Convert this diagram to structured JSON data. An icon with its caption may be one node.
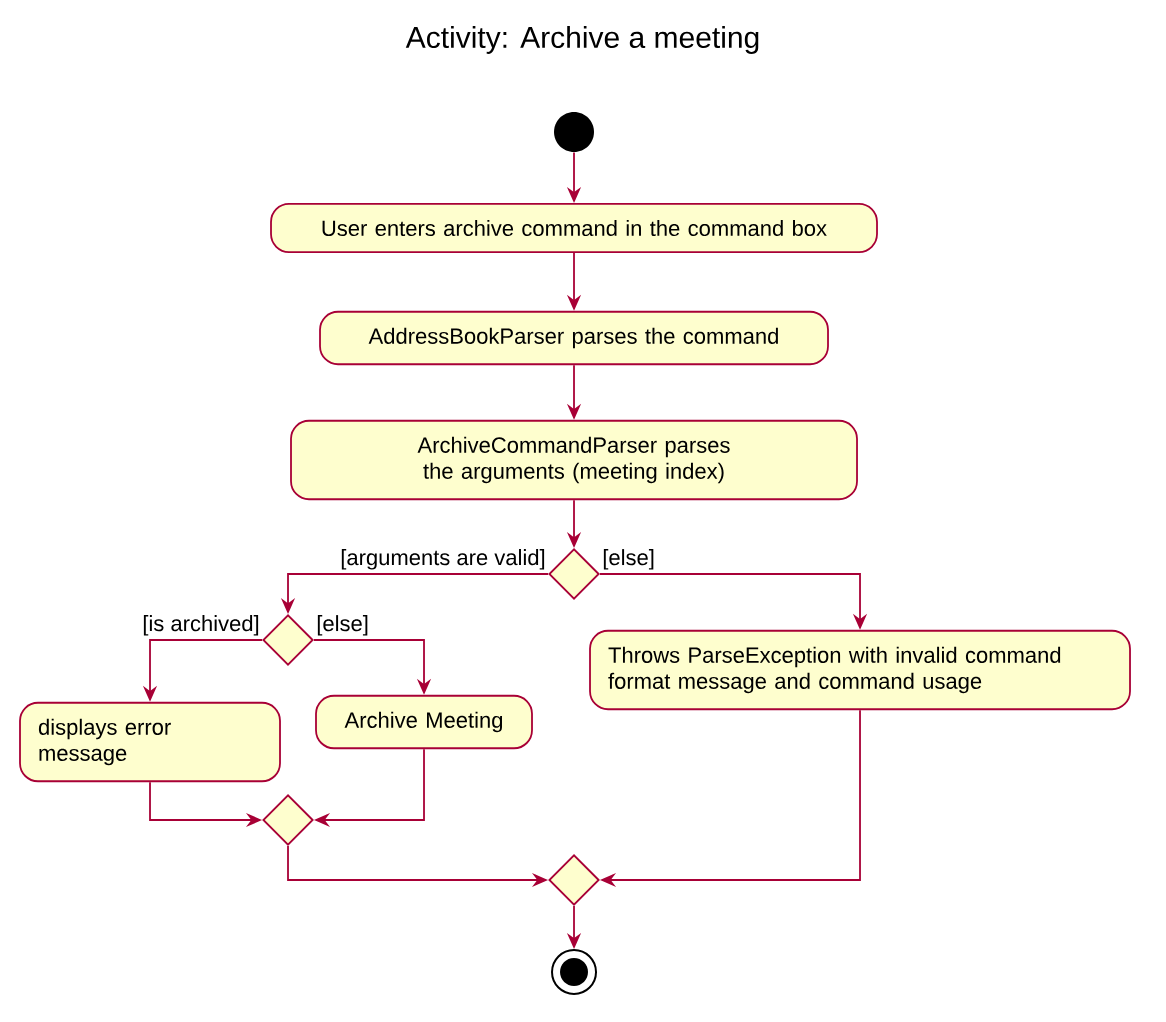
{
  "diagram": {
    "title": "Activity: Archive a meeting",
    "nodes": [
      {
        "text": [],
        "shape": "circle"
      },
      {
        "text": [
          "User enters archive command in the command box"
        ]
      },
      {
        "text": [
          "AddressBookParser parses the command"
        ]
      },
      {
        "text": [
          "ArchiveCommandParser parses the arguments (meeting index)"
        ]
      },
      {
        "text": [],
        "shape": "diamond"
      },
      {
        "text": [],
        "shape": "diamond"
      },
      {
        "text": [
          "displays error message"
        ]
      },
      {
        "text": [
          "Archive Meeting"
        ]
      },
      {
        "text": [],
        "shape": "diamond"
      },
      {
        "text": [
          "Throws ParseException with invalid command format message and command usage"
        ]
      },
      {
        "text": [],
        "shape": "diamond"
      },
      {
        "text": [],
        "shape": "circle"
      }
    ],
    "edges": [
      {
        "from": 0,
        "to": 1,
        "arrow": "to"
      },
      {
        "from": 1,
        "to": 2,
        "arrow": "to"
      },
      {
        "from": 2,
        "to": 3,
        "arrow": "to"
      },
      {
        "from": 3,
        "to": 4,
        "arrow": "to"
      },
      {
        "from": 4,
        "to": 5,
        "arrow": "to",
        "label": "[arguments are valid]"
      },
      {
        "from": 4,
        "to": 9,
        "arrow": "to",
        "label": "[else]"
      },
      {
        "from": 5,
        "to": 6,
        "arrow": "to",
        "label": "[is archived]"
      },
      {
        "from": 5,
        "to": 7,
        "arrow": "to",
        "label": "[else]"
      },
      {
        "from": 6,
        "to": 8,
        "arrow": "to"
      },
      {
        "from": 7,
        "to": 8,
        "arrow": "to"
      },
      {
        "from": 8,
        "to": 10,
        "arrow": "to"
      },
      {
        "from": 9,
        "to": 10,
        "arrow": "to"
      },
      {
        "from": 10,
        "to": 11,
        "arrow": "to"
      }
    ]
  }
}
